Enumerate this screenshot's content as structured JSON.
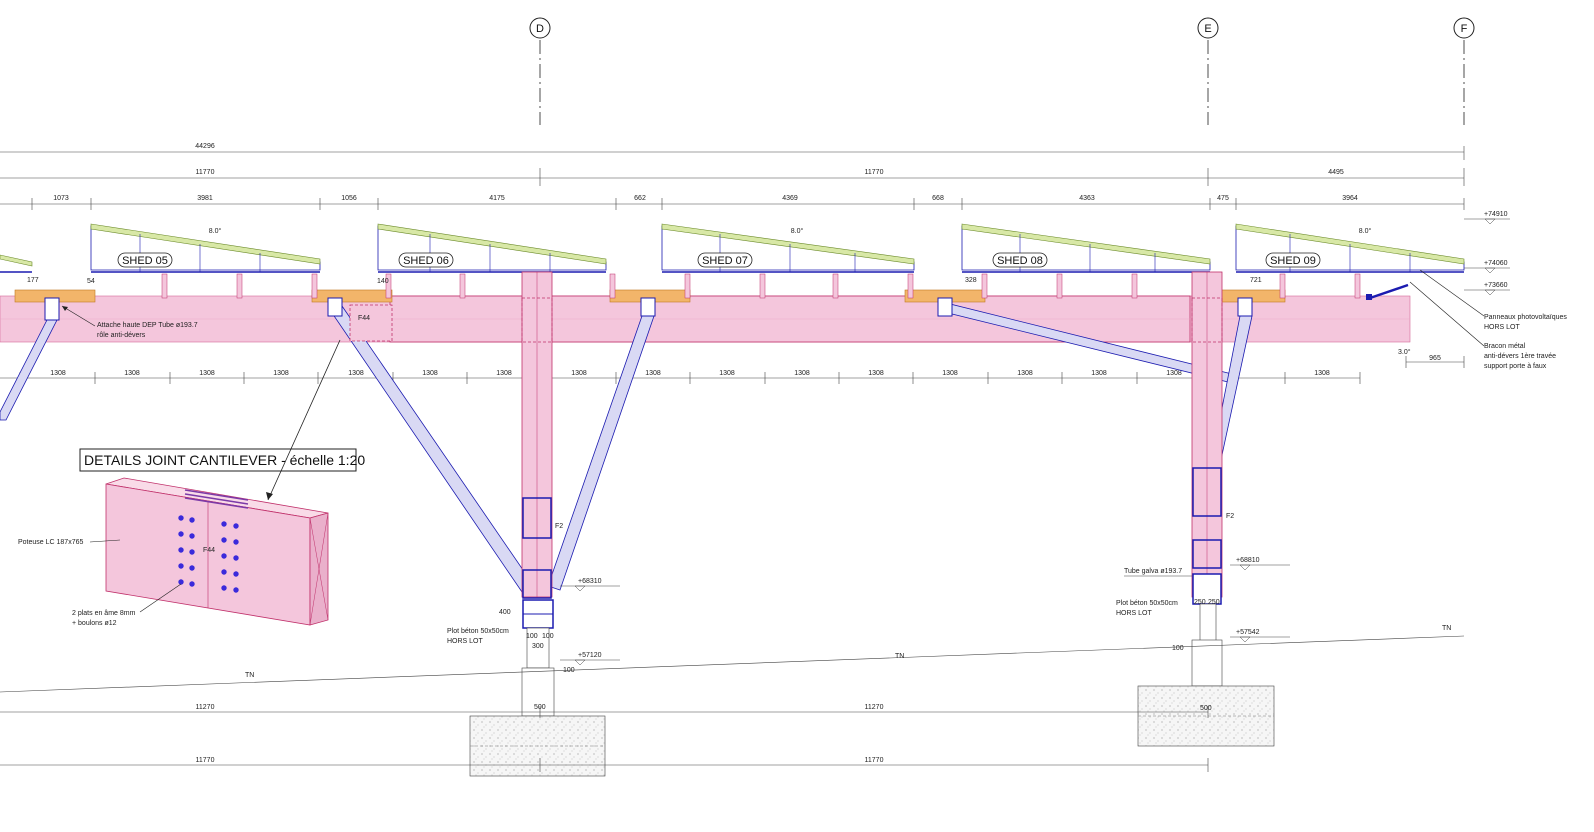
{
  "grid": {
    "axes": [
      {
        "id": "D",
        "label": "D"
      },
      {
        "id": "E",
        "label": "E"
      },
      {
        "id": "F",
        "label": "F"
      }
    ]
  },
  "dimensions": {
    "overall_top": "44296",
    "bay_row": [
      "11770",
      "11770",
      "4495"
    ],
    "segment_row": [
      "1073",
      "3981",
      "1056",
      "4175",
      "662",
      "4369",
      "668",
      "4363",
      "475",
      "3964"
    ],
    "small": [
      "177",
      "54",
      "140",
      "328",
      "721"
    ],
    "rafter_spacing": [
      "1308",
      "1308",
      "1308",
      "1308",
      "1308",
      "1308",
      "1308",
      "1308",
      "1308",
      "1308",
      "1308",
      "1308",
      "1308",
      "1308",
      "1308",
      "1308",
      "1308"
    ],
    "cantilever_right": "965",
    "angle_end": "3.0°",
    "bottom_row1": [
      "11270",
      "11270"
    ],
    "bottom_row2": [
      "11770",
      "11770"
    ],
    "post_D": {
      "h400": "400",
      "w100a": "100",
      "w100b": "100",
      "w300": "300",
      "w500": "500",
      "h100": "100"
    },
    "post_E": {
      "w250a": "250",
      "w250b": "250",
      "w500": "500",
      "h100": "100"
    }
  },
  "sheds": [
    {
      "label": "SHED 05",
      "angle": "8.0°"
    },
    {
      "label": "SHED 06",
      "angle": "8.0°"
    },
    {
      "label": "SHED 07",
      "angle": "8.0°"
    },
    {
      "label": "SHED 08",
      "angle": "8.0°"
    },
    {
      "label": "SHED 09",
      "angle": "8.0°"
    }
  ],
  "levels": {
    "l1": "+74910",
    "l2": "+74060",
    "l3": "+73660",
    "post_D_top": "+68310",
    "post_D_bottom": "+57120",
    "post_E_top": "+68810",
    "post_E_bottom": "+57542"
  },
  "annotations": {
    "attache": "Attache haute DEP Tube ø193.7",
    "attache2": "rôle anti-dévers",
    "panneaux": "Panneaux photovoltaïques",
    "panneaux2": "HORS LOT",
    "bracon": "Bracon métal",
    "bracon2": "anti-dévers 1ère travée",
    "bracon3": "support porte à faux",
    "f44": "F44",
    "f2": "F2",
    "plot_beton_D": "Plot béton 50x50cm",
    "hors_lot_D": "HORS LOT",
    "plot_beton_E": "Plot béton 50x50cm",
    "hors_lot_E": "HORS LOT",
    "tube_galva": "Tube galva ø193.7",
    "tn": "TN"
  },
  "detail": {
    "title": "DETAILS JOINT CANTILEVER - échelle 1:20",
    "poutre": "Poteuse LC 187x765",
    "f44": "F44",
    "plats": "2 plats en âme 8mm",
    "boulons": "+ boulons ø12"
  },
  "colors": {
    "glulam": "#f4c6dc",
    "glulam_stroke": "#c0306a",
    "steel": "#1b1bb0",
    "brace_fill": "#d9d9f4",
    "panel": "#d8e8a6",
    "purlin": "#f2b56a",
    "concrete": "#f1f1f1"
  }
}
